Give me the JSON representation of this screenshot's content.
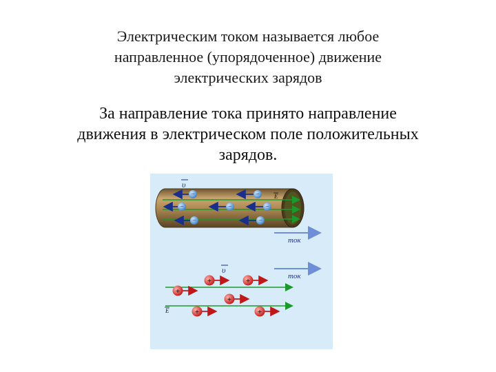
{
  "definition": {
    "line1": "Электрическим током называется любое",
    "line2": "направленное (упорядоченное) движение",
    "line3": "электрических зарядов"
  },
  "direction_rule": {
    "line1": "За направление тока принято направление",
    "line2": "движения в электрическом поле положительных",
    "line3": "зарядов."
  },
  "figure": {
    "background_color": "#d7ecf8",
    "wire": {
      "velocity_label": "υ",
      "field_label": "E",
      "current_label": "ток",
      "negative_sign": "−"
    },
    "charges": {
      "velocity_label": "υ",
      "field_label": "E",
      "current_label": "ток",
      "positive_sign": "+"
    },
    "colors": {
      "negative_charge": "#3d7fc4",
      "positive_charge": "#d42020",
      "field_line": "#1a9a2a",
      "arrow": "#1a2f8a",
      "current_arrow": "#6e8fd8",
      "wire_body": "#a88250"
    }
  }
}
